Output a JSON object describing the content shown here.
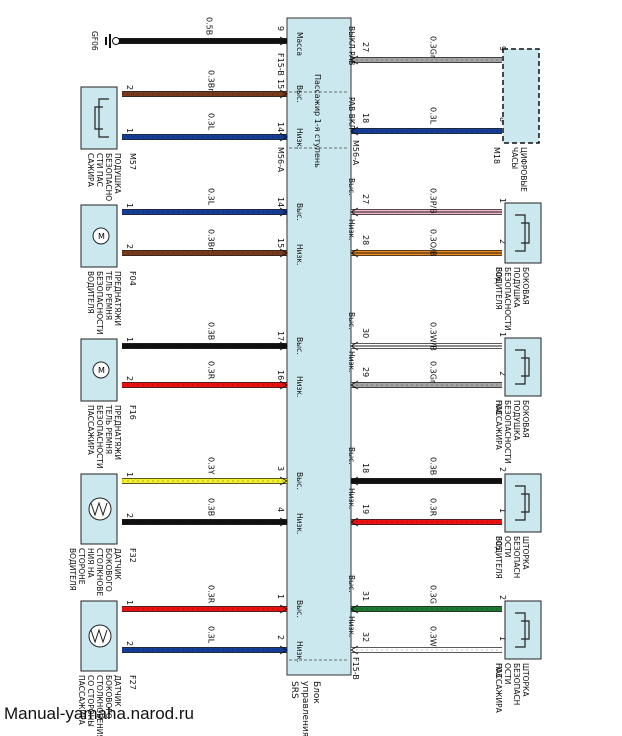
{
  "watermark": "Manual-yamaha.narod.ru",
  "ecu": {
    "label_top": "Блок",
    "label_mid": "управления",
    "label_bottom": "SRS",
    "inner_note": "Пассажир 1-я ступень",
    "connectors": [
      "F15-B",
      "M56-A",
      "M56-A",
      "F15-B"
    ]
  },
  "colors": {
    "ecu_fill": "#cbe8ee",
    "sensor_fill": "#cbe8ee"
  },
  "left_wires": [
    {
      "gauge": "0.5B",
      "color": "#111111",
      "ecu_pin": "9",
      "ecu_label": "Масса",
      "comp_pin": ""
    },
    {
      "gauge": "0.3Br",
      "color": "#7a3b1d",
      "ecu_pin": "15",
      "ecu_label": "Выс.",
      "comp_pin": "2"
    },
    {
      "gauge": "0.3L",
      "color": "#153e99",
      "ecu_pin": "14",
      "ecu_label": "Низк.",
      "comp_pin": "1"
    },
    {
      "gauge": "0.3L",
      "color": "#153e99",
      "ecu_pin": "14",
      "ecu_label": "Выс.",
      "comp_pin": "1"
    },
    {
      "gauge": "0.3Br",
      "color": "#7a3b1d",
      "ecu_pin": "15",
      "ecu_label": "Низк.",
      "comp_pin": "2"
    },
    {
      "gauge": "0.3B",
      "color": "#111111",
      "ecu_pin": "17",
      "ecu_label": "Выс.",
      "comp_pin": "1"
    },
    {
      "gauge": "0.3R",
      "color": "#ee1111",
      "ecu_pin": "16",
      "ecu_label": "Низк.",
      "comp_pin": "2"
    },
    {
      "gauge": "0.3Y",
      "color": "#f3ef2a",
      "ecu_pin": "3",
      "ecu_label": "Выс.",
      "comp_pin": "1"
    },
    {
      "gauge": "0.3B",
      "color": "#111111",
      "ecu_pin": "4",
      "ecu_label": "Низк.",
      "comp_pin": "2"
    },
    {
      "gauge": "0.3R",
      "color": "#ee1111",
      "ecu_pin": "1",
      "ecu_label": "Выс.",
      "comp_pin": "1"
    },
    {
      "gauge": "0.3L",
      "color": "#153e99",
      "ecu_pin": "2",
      "ecu_label": "Низк.",
      "comp_pin": "2"
    }
  ],
  "right_wires": [
    {
      "gauge": "0.3Gr",
      "color": "#a3a3a3",
      "ecu_pin": "27",
      "ecu_label": "ВЫКЛ PAB",
      "comp_pin": "9"
    },
    {
      "gauge": "0.3L",
      "color": "#153e99",
      "ecu_pin": "18",
      "ecu_label": "PAB ВКЛ",
      "comp_pin": "8"
    },
    {
      "gauge": "0.3P/B",
      "color": "#f2b8cc",
      "stripe": "#222222",
      "ecu_pin": "27",
      "ecu_label": "Выс.",
      "comp_pin": "1"
    },
    {
      "gauge": "0.3O/B",
      "color": "#ee8a1a",
      "stripe": "#222222",
      "ecu_pin": "28",
      "ecu_label": "Низк.",
      "comp_pin": "2"
    },
    {
      "gauge": "0.3W/B",
      "color": "#ffffff",
      "stripe": "#222222",
      "ecu_pin": "30",
      "ecu_label": "Выс.",
      "comp_pin": "1"
    },
    {
      "gauge": "0.3Gr",
      "color": "#a3a3a3",
      "ecu_pin": "29",
      "ecu_label": "Низк.",
      "comp_pin": "2"
    },
    {
      "gauge": "0.3B",
      "color": "#111111",
      "ecu_pin": "18",
      "ecu_label": "Выс.",
      "comp_pin": "2"
    },
    {
      "gauge": "0.3R",
      "color": "#ee1111",
      "ecu_pin": "19",
      "ecu_label": "Низк.",
      "comp_pin": "1"
    },
    {
      "gauge": "0.3G",
      "color": "#1e7a32",
      "ecu_pin": "31",
      "ecu_label": "Выс.",
      "comp_pin": "2"
    },
    {
      "gauge": "0.3W",
      "color": "#ffffff",
      "ecu_pin": "32",
      "ecu_label": "Низк.",
      "comp_pin": "1"
    }
  ],
  "left_components": [
    {
      "code": "",
      "name": [
        "GF06"
      ],
      "type": "ground"
    },
    {
      "code": "M57",
      "name": [
        "ПОДУШКА",
        "БЕЗОПАСНО",
        "СТИ ПАС",
        "САЖИРА"
      ],
      "type": "airbag"
    },
    {
      "code": "F04",
      "name": [
        "ПРЕДНАТЯЖИ",
        "ТЕЛЬ РЕМНЯ",
        "БЕЗОПАСНОСТИ",
        "ВОДИТЕЛЯ"
      ],
      "type": "pretensioner"
    },
    {
      "code": "F16",
      "name": [
        "ПРЕДНАТЯЖИ",
        "ТЕЛЬ РЕМНЯ",
        "БЕЗОПАСНОСТИ",
        "ПАССАЖИРА"
      ],
      "type": "pretensioner"
    },
    {
      "code": "F32",
      "name": [
        "ДАТЧИК",
        "БОКОВОГО",
        "СТОЛКНОВЕ",
        "НИЯ НА",
        "СТОРОНЕ",
        "ВОДИТЕЛЯ"
      ],
      "type": "sensor"
    },
    {
      "code": "F27",
      "name": [
        "ДАТЧИК",
        "БОКОВОГО",
        "СТОЛКНОВЕНИЯ",
        "СО СТОРОНЫ",
        "ПАССАЖИРА"
      ],
      "type": "sensor"
    }
  ],
  "right_components": [
    {
      "code": "M18",
      "name": [
        "ЦИФРОВЫЕ",
        "ЧАСЫ"
      ],
      "type": "clock"
    },
    {
      "code": "F06",
      "name": [
        "БОКОВАЯ",
        "ПОДУШКА",
        "БЕЗОПАСНОСТИ",
        "ВОДИТЕЛЯ"
      ],
      "type": "airbag"
    },
    {
      "code": "F08",
      "name": [
        "БОКОВАЯ",
        "ПОДУШКА",
        "БЕЗОПАСНОСТИ",
        "ПАССАЖИРА"
      ],
      "type": "airbag"
    },
    {
      "code": "F05",
      "name": [
        "ШТОРКА",
        "БЕЗОПАСН",
        "ОСТИ",
        "ВОДИТЕЛЯ"
      ],
      "type": "airbag"
    },
    {
      "code": "F03",
      "name": [
        "ШТОРКА",
        "БЕЗОПАСН",
        "ОСТИ",
        "ПАССАЖИРА"
      ],
      "type": "airbag"
    }
  ]
}
